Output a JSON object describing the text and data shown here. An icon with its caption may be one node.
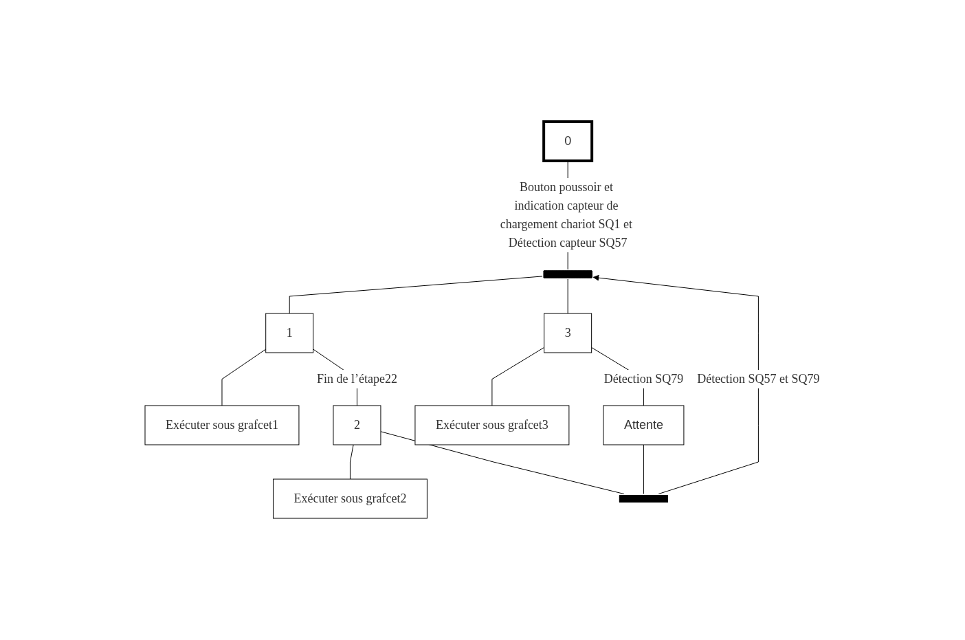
{
  "diagram": {
    "nodes": [
      {
        "text": [
          "0"
        ]
      },
      {
        "text": [],
        "shape": "bar"
      },
      {
        "text": [
          "1"
        ]
      },
      {
        "text": [
          "Exécuter sous grafcet1"
        ]
      },
      {
        "text": [
          "3"
        ]
      },
      {
        "text": [
          "Exécuter sous grafcet3"
        ]
      },
      {
        "text": [
          "2"
        ]
      },
      {
        "text": [
          "Exécuter sous grafcet2"
        ]
      },
      {
        "text": [
          "Attente"
        ]
      },
      {
        "text": [],
        "shape": "bar"
      }
    ],
    "edges": [
      {
        "from": 0,
        "to": 1,
        "arrow": "none",
        "label": "Bouton poussoir et indication capteur de chargement chariot SQ1 et Détection capteur SQ57"
      },
      {
        "from": 1,
        "to": 2,
        "arrow": "none"
      },
      {
        "from": 1,
        "to": 4,
        "arrow": "none"
      },
      {
        "from": 2,
        "to": 3,
        "arrow": "none"
      },
      {
        "from": 2,
        "to": 6,
        "arrow": "none",
        "label": "Fin de l’étape22"
      },
      {
        "from": 4,
        "to": 5,
        "arrow": "none"
      },
      {
        "from": 4,
        "to": 8,
        "arrow": "none",
        "label": "Détection SQ79"
      },
      {
        "from": 6,
        "to": 7,
        "arrow": "none"
      },
      {
        "from": 6,
        "to": 9,
        "arrow": "none"
      },
      {
        "from": 8,
        "to": 9,
        "arrow": "none"
      },
      {
        "from": 9,
        "to": 1,
        "arrow": "to",
        "label": "Détection SQ57 et SQ79"
      }
    ]
  }
}
